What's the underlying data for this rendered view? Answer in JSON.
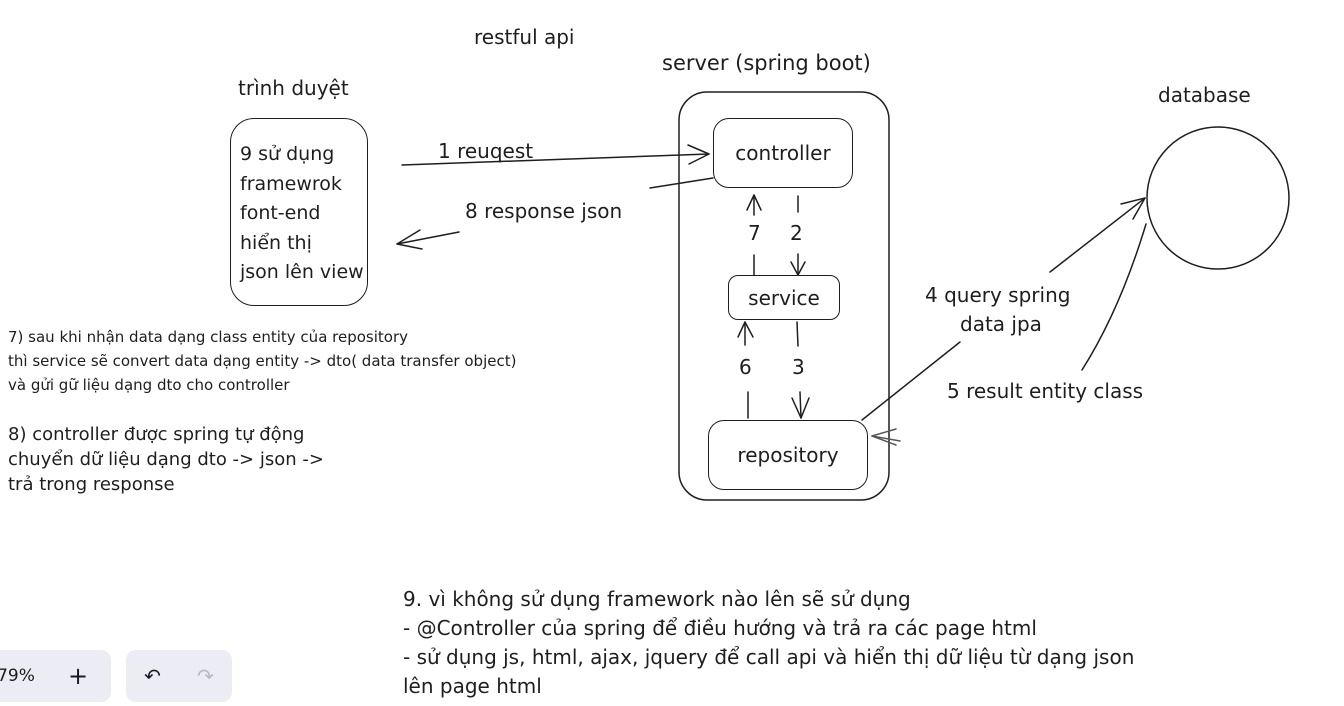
{
  "title": "restful api",
  "browser": {
    "label": "trình duyệt",
    "text_lines": [
      "9 sử dụng",
      "framewrok",
      "font-end",
      "hiển thị",
      "json lên view"
    ]
  },
  "server": {
    "label": "server (spring boot)",
    "controller": "controller",
    "service": "service",
    "repository": "repository"
  },
  "database": {
    "label": "database"
  },
  "arrows": {
    "a1": "1 reuqest",
    "a2": "2",
    "a3": "3",
    "a4_line1": "4 query spring",
    "a4_line2": "data jpa",
    "a5": "5 result entity class",
    "a6": "6",
    "a7": "7",
    "a8": "8 response json"
  },
  "notes": {
    "n7": [
      "7) sau khi nhận data dạng class entity của repository",
      "thì service sẽ convert data dạng entity -> dto( data transfer object)",
      "và gửi gữ liệu dạng dto cho controller"
    ],
    "n8": [
      "8) controller được spring tự động",
      "chuyển dữ liệu dạng dto -> json ->",
      "trả trong response"
    ],
    "n9": [
      "9. vì không sử dụng framework nào lên sẽ sử dụng",
      "- @Controller của spring để điều hướng và trả ra các page html",
      "- sử dụng js, html, ajax, jquery để call api và hiển thị dữ liệu từ dạng json",
      "lên page html"
    ]
  },
  "toolbar": {
    "zoom": "79%",
    "zoom_in": "+",
    "undo": "↶",
    "redo": "↷"
  }
}
